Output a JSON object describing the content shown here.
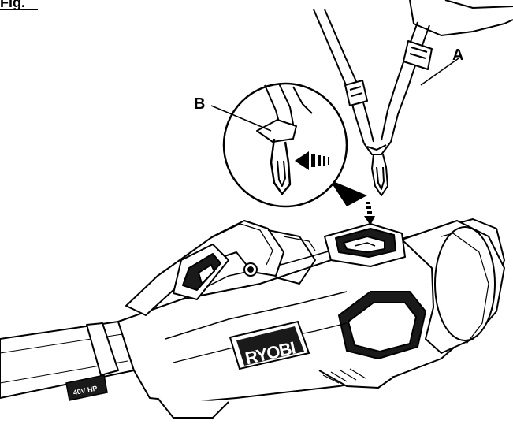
{
  "figure": {
    "label": "Fig."
  },
  "callouts": {
    "a": "A",
    "b": "B"
  },
  "product": {
    "logo_text": "RYOBI",
    "badge_text": "40V HP"
  },
  "colors": {
    "line": "#000000",
    "background": "#ffffff",
    "dark_panel": "#1a1a1a",
    "mid_gray": "#6f6f6f"
  }
}
